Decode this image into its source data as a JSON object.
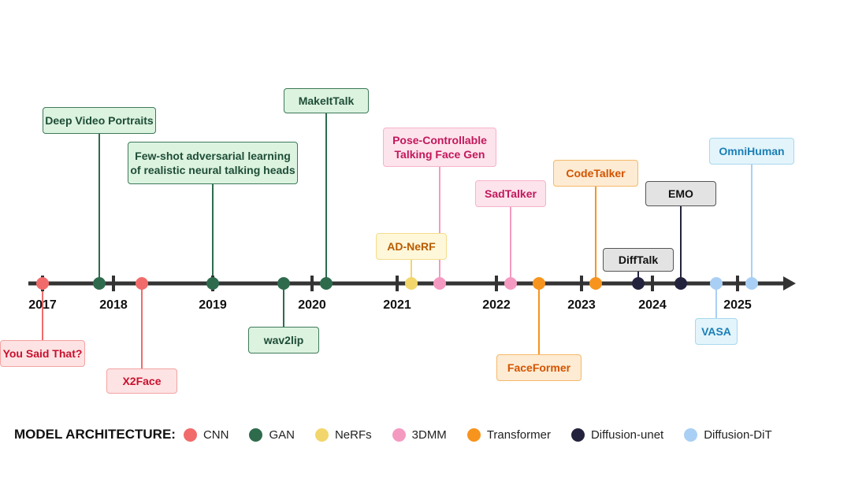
{
  "timeline": {
    "years": [
      "2017",
      "2018",
      "2019",
      "2020",
      "2021",
      "2022",
      "2023",
      "2024",
      "2025"
    ]
  },
  "milestones": [
    {
      "label": "You Said That?",
      "arch": "cnn"
    },
    {
      "label": "Deep Video Portraits",
      "arch": "gan"
    },
    {
      "label": "X2Face",
      "arch": "cnn"
    },
    {
      "label": "Few-shot adversarial learning\nof realistic neural talking heads",
      "arch": "gan"
    },
    {
      "label": "wav2lip",
      "arch": "gan"
    },
    {
      "label": "MakeItTalk",
      "arch": "gan"
    },
    {
      "label": "AD-NeRF",
      "arch": "nerf"
    },
    {
      "label": "Pose-Controllable\nTalking Face Gen",
      "arch": "3dmm"
    },
    {
      "label": "SadTalker",
      "arch": "3dmm"
    },
    {
      "label": "FaceFormer",
      "arch": "transformer"
    },
    {
      "label": "CodeTalker",
      "arch": "transformer"
    },
    {
      "label": "DiffTalk",
      "arch": "diffunet"
    },
    {
      "label": "EMO",
      "arch": "diffunet"
    },
    {
      "label": "VASA",
      "arch": "diffdit"
    },
    {
      "label": "OmniHuman",
      "arch": "diffdit"
    }
  ],
  "legend": {
    "title": "MODEL ARCHITECTURE:",
    "items": [
      {
        "key": "cnn",
        "label": "CNN"
      },
      {
        "key": "gan",
        "label": "GAN"
      },
      {
        "key": "nerf",
        "label": "NeRFs"
      },
      {
        "key": "3dmm",
        "label": "3DMM"
      },
      {
        "key": "transformer",
        "label": "Transformer"
      },
      {
        "key": "diffunet",
        "label": "Diffusion-unet"
      },
      {
        "key": "diffdit",
        "label": "Diffusion-DiT"
      }
    ]
  },
  "colors": {
    "axis": "#333333",
    "cnn": {
      "dot": "#f16b6b",
      "text": "#c8102e",
      "bg": "#fde3e3",
      "border": "#f4a3a3"
    },
    "gan": {
      "dot": "#2e6b4d",
      "text": "#1e4d36",
      "bg": "#dcf3e0",
      "border": "#3d7a5a"
    },
    "nerf": {
      "dot": "#f2d66b",
      "text": "#b85c00",
      "bg": "#fff7d9",
      "border": "#f3dd8c"
    },
    "3dmm": {
      "dot": "#f49ac1",
      "text": "#c2185b",
      "bg": "#fde3ec",
      "border": "#f6b3cc"
    },
    "transformer": {
      "dot": "#f7941d",
      "text": "#d35400",
      "bg": "#fdebd3",
      "border": "#f5b868"
    },
    "diffunet": {
      "dot": "#23233d",
      "text": "#111111",
      "bg": "#e3e3e3",
      "border": "#555555"
    },
    "diffdit": {
      "dot": "#a9cff5",
      "text": "#1a7fb5",
      "bg": "#e3f4fb",
      "border": "#a9d8ef"
    }
  }
}
